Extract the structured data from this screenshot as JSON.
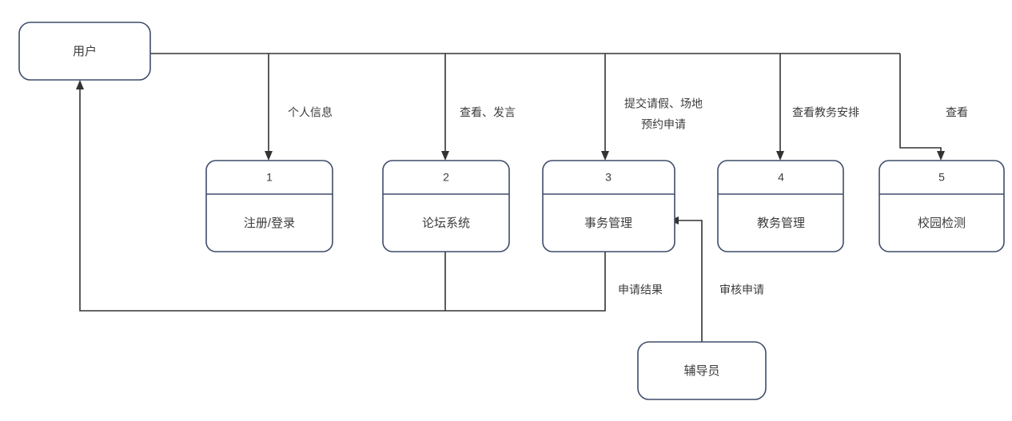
{
  "diagram": {
    "type": "data-flow-diagram",
    "colors": {
      "node_border": "#3f4c6b",
      "node_fill": "#ffffff",
      "flow_line": "#333333",
      "text": "#3c3c3c",
      "background": "#ffffff"
    },
    "external_entities": [
      {
        "id": "user",
        "label": "用户"
      },
      {
        "id": "counselor",
        "label": "辅导员"
      }
    ],
    "processes": [
      {
        "id": "p1",
        "number": "1",
        "label": "注册/登录"
      },
      {
        "id": "p2",
        "number": "2",
        "label": "论坛系统"
      },
      {
        "id": "p3",
        "number": "3",
        "label": "事务管理"
      },
      {
        "id": "p4",
        "number": "4",
        "label": "教务管理"
      },
      {
        "id": "p5",
        "number": "5",
        "label": "校园检测"
      }
    ],
    "flows": [
      {
        "id": "f1",
        "from": "user",
        "to": "p1",
        "label": "个人信息"
      },
      {
        "id": "f2",
        "from": "user",
        "to": "p2",
        "label": "查看、发言"
      },
      {
        "id": "f3",
        "from": "user",
        "to": "p3",
        "label_line1": "提交请假、场地",
        "label_line2": "预约申请"
      },
      {
        "id": "f4",
        "from": "user",
        "to": "p4",
        "label": "查看教务安排"
      },
      {
        "id": "f5",
        "from": "user",
        "to": "p5",
        "label": "查看"
      },
      {
        "id": "f6",
        "from": "p3",
        "to": "user",
        "label": "申请结果"
      },
      {
        "id": "f7",
        "from": "counselor",
        "to": "p3",
        "label": "审核申请"
      }
    ]
  }
}
